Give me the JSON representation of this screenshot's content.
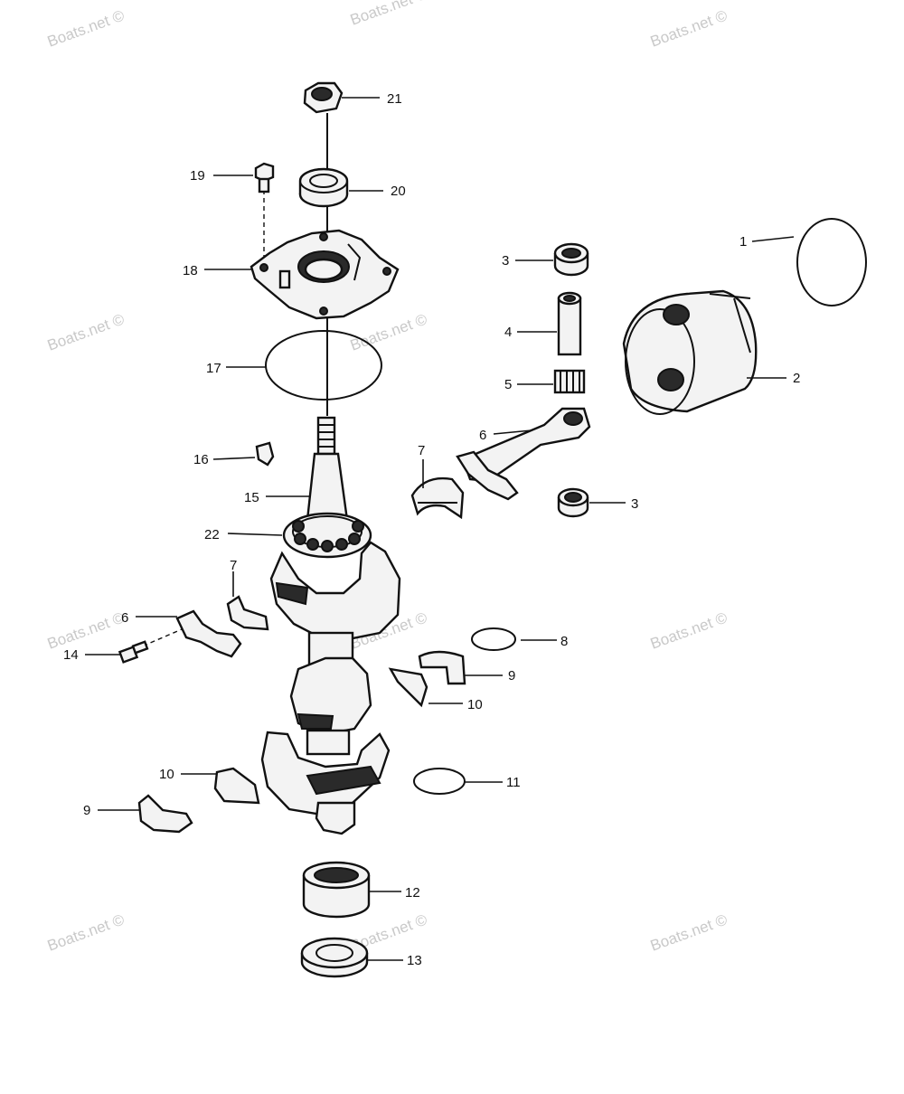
{
  "watermark": "Boats.net ©",
  "callouts": {
    "c1": "1",
    "c2": "2",
    "c3a": "3",
    "c3b": "3",
    "c4": "4",
    "c5": "5",
    "c6a": "6",
    "c6b": "6",
    "c7a": "7",
    "c7b": "7",
    "c8": "8",
    "c9a": "9",
    "c9b": "9",
    "c10a": "10",
    "c10b": "10",
    "c11": "11",
    "c12": "12",
    "c13": "13",
    "c14": "14",
    "c15": "15",
    "c16": "16",
    "c17": "17",
    "c18": "18",
    "c19": "19",
    "c20": "20",
    "c21": "21",
    "c22": "22"
  }
}
